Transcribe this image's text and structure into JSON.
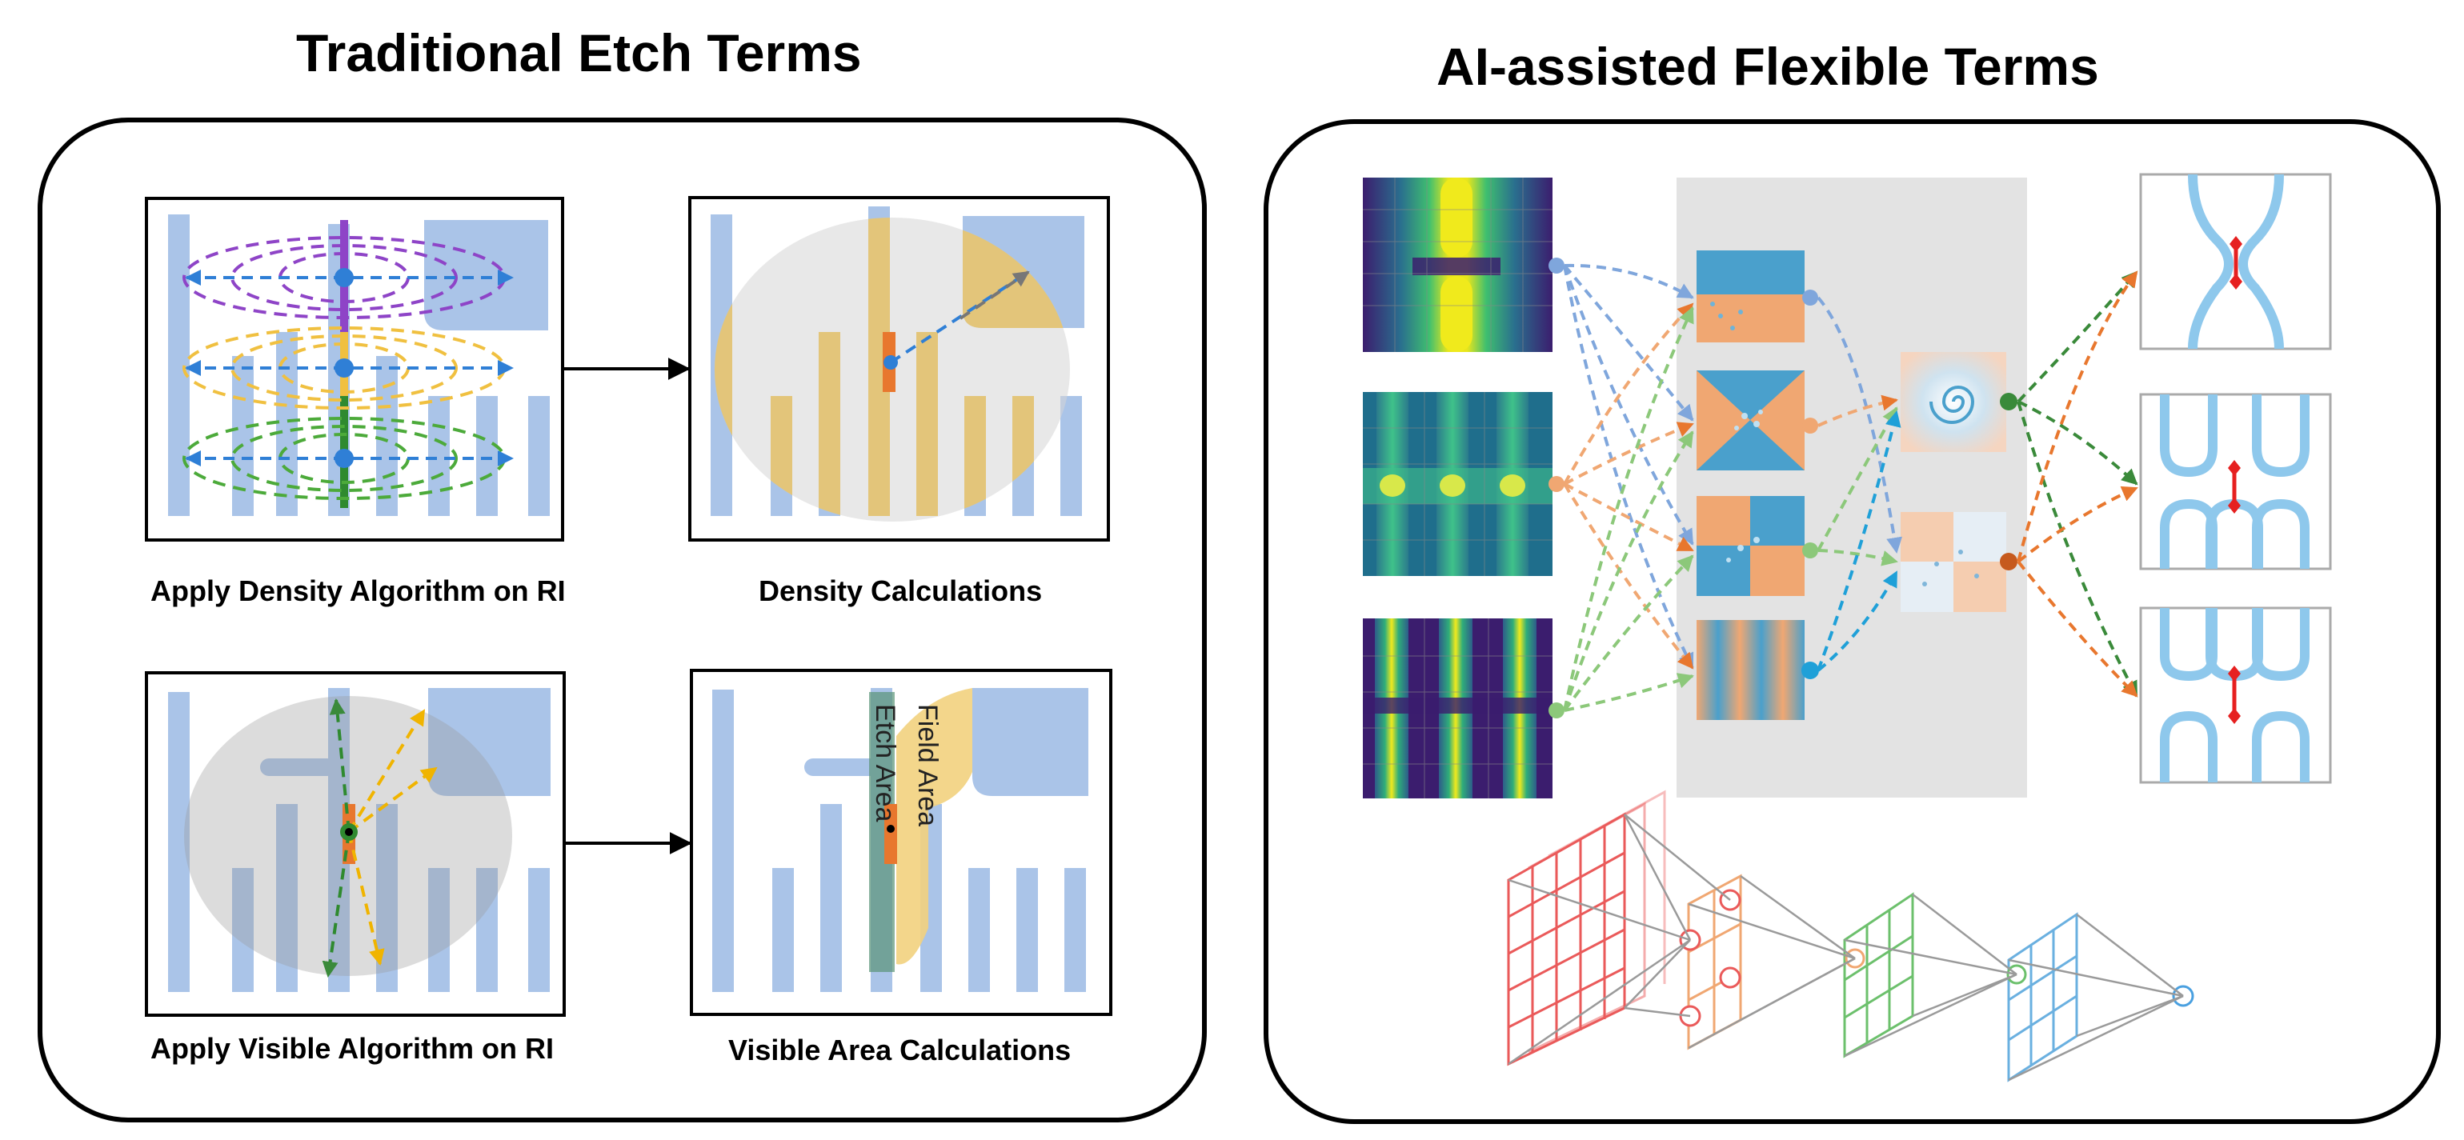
{
  "titles": {
    "left": "Traditional Etch Terms",
    "right": "AI-assisted Flexible Terms"
  },
  "captions": {
    "density_algorithm": "Apply Density Algorithm on RI",
    "density_calculations": "Density Calculations",
    "visible_algorithm": "Apply Visible Algorithm on RI",
    "visible_calculations": "Visible Area Calculations"
  },
  "labels": {
    "field_area": "Field Area",
    "etch_area": "Etch Area"
  },
  "colors": {
    "pattern_blue": "#aac4e8",
    "highlight_yellow": "#f2d27e",
    "purple": "#8e44c7",
    "green": "#3a9a3a",
    "orange": "#e8772e",
    "arrow_blue": "#2f7fd6",
    "red": "#e62020",
    "light_blue_path": "#8ec8ec"
  }
}
